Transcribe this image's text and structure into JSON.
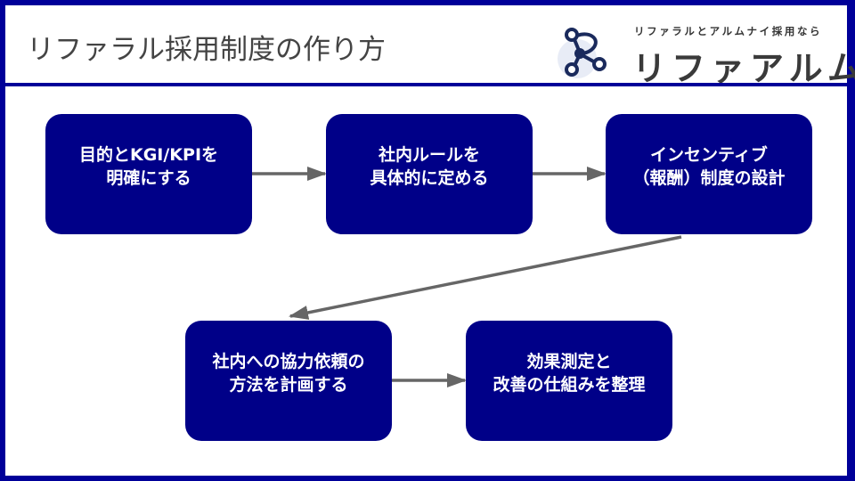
{
  "header": {
    "title": "リファラル採用制度の作り方",
    "logo": {
      "icon": "network-r-logo-icon",
      "tagline": "リファラルとアルムナイ採用なら",
      "name": "リファアルム"
    }
  },
  "colors": {
    "frame": "#000099",
    "step_fill": "#000088",
    "step_text": "#ffffff",
    "arrow": "#666666",
    "title_text": "#444444"
  },
  "flow": {
    "steps": [
      {
        "id": 1,
        "lines": [
          "目的とKGI/KPIを",
          "明確にする"
        ]
      },
      {
        "id": 2,
        "lines": [
          "社内ルールを",
          "具体的に定める"
        ]
      },
      {
        "id": 3,
        "lines": [
          "インセンティブ",
          "（報酬）制度の設計"
        ]
      },
      {
        "id": 4,
        "lines": [
          "社内への協力依頼の",
          "方法を計画する"
        ]
      },
      {
        "id": 5,
        "lines": [
          "効果測定と",
          "改善の仕組みを整理"
        ]
      }
    ],
    "connections": [
      {
        "from": 1,
        "to": 2
      },
      {
        "from": 2,
        "to": 3
      },
      {
        "from": 3,
        "to": 4
      },
      {
        "from": 4,
        "to": 5
      }
    ]
  }
}
